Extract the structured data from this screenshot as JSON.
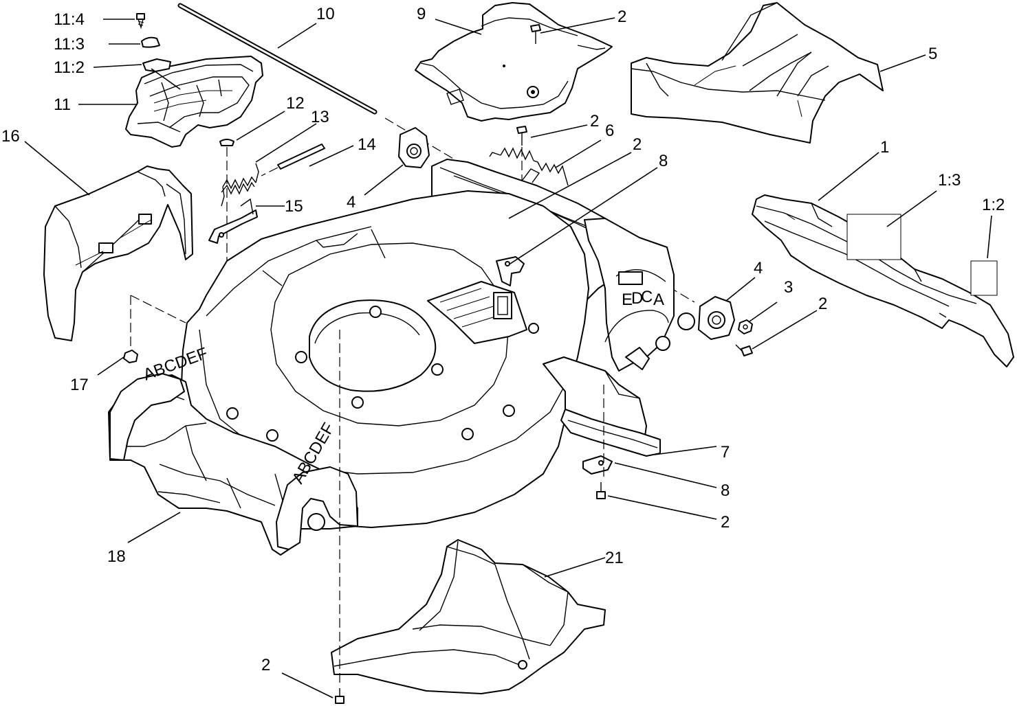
{
  "callouts": [
    {
      "id": "c-11-4",
      "text": "11:4"
    },
    {
      "id": "c-11-3",
      "text": "11:3"
    },
    {
      "id": "c-11-2",
      "text": "11:2"
    },
    {
      "id": "c-11",
      "text": "11"
    },
    {
      "id": "c-10",
      "text": "10"
    },
    {
      "id": "c-9",
      "text": "9"
    },
    {
      "id": "c-2a",
      "text": "2"
    },
    {
      "id": "c-5",
      "text": "5"
    },
    {
      "id": "c-16",
      "text": "16"
    },
    {
      "id": "c-12",
      "text": "12"
    },
    {
      "id": "c-13",
      "text": "13"
    },
    {
      "id": "c-14",
      "text": "14"
    },
    {
      "id": "c-4a",
      "text": "4"
    },
    {
      "id": "c-15",
      "text": "15"
    },
    {
      "id": "c-2b",
      "text": "2"
    },
    {
      "id": "c-6",
      "text": "6"
    },
    {
      "id": "c-2c",
      "text": "2"
    },
    {
      "id": "c-8a",
      "text": "8"
    },
    {
      "id": "c-1",
      "text": "1"
    },
    {
      "id": "c-1-3",
      "text": "1:3"
    },
    {
      "id": "c-1-2",
      "text": "1:2"
    },
    {
      "id": "c-4b",
      "text": "4"
    },
    {
      "id": "c-3",
      "text": "3"
    },
    {
      "id": "c-2d",
      "text": "2"
    },
    {
      "id": "c-17",
      "text": "17"
    },
    {
      "id": "c-7",
      "text": "7"
    },
    {
      "id": "c-8b",
      "text": "8"
    },
    {
      "id": "c-2e",
      "text": "2"
    },
    {
      "id": "c-18",
      "text": "18"
    },
    {
      "id": "c-21",
      "text": "21"
    },
    {
      "id": "c-2f",
      "text": "2"
    }
  ],
  "height_letters": [
    "E",
    "D",
    "C",
    "A"
  ]
}
